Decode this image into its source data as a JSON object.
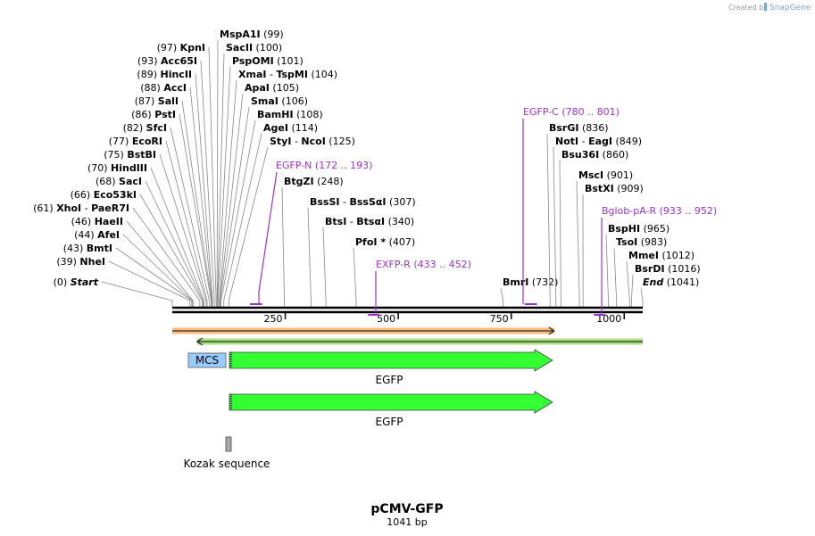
{
  "credit": {
    "created_by": "Created by",
    "brand": "SnapGene"
  },
  "plasmid": {
    "name": "pCMV-GFP",
    "length_label": "1041 bp",
    "length": 1041
  },
  "ruler": {
    "ticks": [
      {
        "pos": 250,
        "label": "250"
      },
      {
        "pos": 500,
        "label": "500"
      },
      {
        "pos": 750,
        "label": "750"
      },
      {
        "pos": 1000,
        "label": "1000"
      }
    ]
  },
  "sites": [
    {
      "name": "Start",
      "pos": 0,
      "num": "(0)",
      "side": "left",
      "italic": true
    },
    {
      "name": "NheI",
      "pos": 39,
      "num": "(39)",
      "side": "left"
    },
    {
      "name": "BmtI",
      "pos": 43,
      "num": "(43)",
      "side": "left"
    },
    {
      "name": "AfeI",
      "pos": 44,
      "num": "(44)",
      "side": "left"
    },
    {
      "name": "HaeII",
      "pos": 46,
      "num": "(46)",
      "side": "left"
    },
    {
      "name": "XhoI",
      "name2": "PaeR7I",
      "pos": 61,
      "num": "(61)",
      "side": "left"
    },
    {
      "name": "Eco53kI",
      "pos": 66,
      "num": "(66)",
      "side": "left"
    },
    {
      "name": "SacI",
      "pos": 68,
      "num": "(68)",
      "side": "left"
    },
    {
      "name": "HindIII",
      "pos": 70,
      "num": "(70)",
      "side": "left"
    },
    {
      "name": "BstBI",
      "pos": 75,
      "num": "(75)",
      "side": "left"
    },
    {
      "name": "EcoRI",
      "pos": 77,
      "num": "(77)",
      "side": "left"
    },
    {
      "name": "SfcI",
      "pos": 82,
      "num": "(82)",
      "side": "left"
    },
    {
      "name": "PstI",
      "pos": 86,
      "num": "(86)",
      "side": "left"
    },
    {
      "name": "SalI",
      "pos": 87,
      "num": "(87)",
      "side": "left"
    },
    {
      "name": "AccI",
      "pos": 88,
      "num": "(88)",
      "side": "left"
    },
    {
      "name": "HincII",
      "pos": 89,
      "num": "(89)",
      "side": "left"
    },
    {
      "name": "Acc65I",
      "pos": 93,
      "num": "(93)",
      "side": "left"
    },
    {
      "name": "KpnI",
      "pos": 97,
      "num": "(97)",
      "side": "left"
    },
    {
      "name": "MspA1I",
      "pos": 99,
      "num": "(99)",
      "side": "right"
    },
    {
      "name": "SacII",
      "pos": 100,
      "num": "(100)",
      "side": "right"
    },
    {
      "name": "PspOMI",
      "pos": 101,
      "num": "(101)",
      "side": "right"
    },
    {
      "name": "XmaI",
      "name2": "TspMI",
      "pos": 104,
      "num": "(104)",
      "side": "right"
    },
    {
      "name": "ApaI",
      "pos": 105,
      "num": "(105)",
      "side": "right"
    },
    {
      "name": "SmaI",
      "pos": 106,
      "num": "(106)",
      "side": "right"
    },
    {
      "name": "BamHI",
      "pos": 108,
      "num": "(108)",
      "side": "right"
    },
    {
      "name": "AgeI",
      "pos": 114,
      "num": "(114)",
      "side": "right"
    },
    {
      "name": "StyI",
      "name2": "NcoI",
      "pos": 125,
      "num": "(125)",
      "side": "right"
    },
    {
      "name": "BtgZI",
      "pos": 248,
      "num": "(248)",
      "side": "right"
    },
    {
      "name": "BssSI",
      "name2": "BssSαI",
      "pos": 307,
      "num": "(307)",
      "side": "right"
    },
    {
      "name": "BtsI",
      "name2": "BtsαI",
      "pos": 340,
      "num": "(340)",
      "side": "right"
    },
    {
      "name": "PfoI *",
      "pos": 407,
      "num": "(407)",
      "side": "right"
    },
    {
      "name": "BmrI",
      "pos": 732,
      "num": "(732)",
      "side": "right"
    },
    {
      "name": "BsrGI",
      "pos": 836,
      "num": "(836)",
      "side": "right"
    },
    {
      "name": "NotI",
      "name2": "EagI",
      "pos": 849,
      "num": "(849)",
      "side": "right"
    },
    {
      "name": "Bsu36I",
      "pos": 860,
      "num": "(860)",
      "side": "right"
    },
    {
      "name": "MscI",
      "pos": 901,
      "num": "(901)",
      "side": "right"
    },
    {
      "name": "BstXI",
      "pos": 909,
      "num": "(909)",
      "side": "right"
    },
    {
      "name": "BspHI",
      "pos": 965,
      "num": "(965)",
      "side": "right"
    },
    {
      "name": "TsoI",
      "pos": 983,
      "num": "(983)",
      "side": "right"
    },
    {
      "name": "MmeI",
      "pos": 1012,
      "num": "(1012)",
      "side": "right"
    },
    {
      "name": "BsrDI",
      "pos": 1016,
      "num": "(1016)",
      "side": "right"
    },
    {
      "name": "End",
      "pos": 1041,
      "num": "(1041)",
      "side": "right",
      "italic": true
    }
  ],
  "primers": [
    {
      "name": "EGFP-N",
      "range": "(172 .. 193)",
      "start": 172,
      "end": 193
    },
    {
      "name": "EXFP-R",
      "range": "(433 .. 452)",
      "start": 433,
      "end": 452
    },
    {
      "name": "EGFP-C",
      "range": "(780 .. 801)",
      "start": 780,
      "end": 801
    },
    {
      "name": "Bglob-pA-R",
      "range": "(933 .. 952)",
      "start": 933,
      "end": 952
    }
  ],
  "features": [
    {
      "name": "MCS",
      "start": 39,
      "end": 125,
      "color": "#99ccff",
      "kind": "box"
    },
    {
      "name": "EGFP",
      "start": 126,
      "end": 845,
      "color": "#33ff33",
      "kind": "arrow"
    },
    {
      "name": "EGFP",
      "start": 126,
      "end": 845,
      "color": "#33ff33",
      "kind": "arrow"
    },
    {
      "name": "Kozak sequence",
      "start": 120,
      "end": 132,
      "color": "#aaaaaa",
      "kind": "small"
    }
  ],
  "orfs": [
    {
      "start": 0,
      "end": 845,
      "direction": "forward",
      "color": "#ffb060"
    },
    {
      "start": 55,
      "end": 1041,
      "direction": "reverse",
      "color": "#99dd66"
    }
  ]
}
